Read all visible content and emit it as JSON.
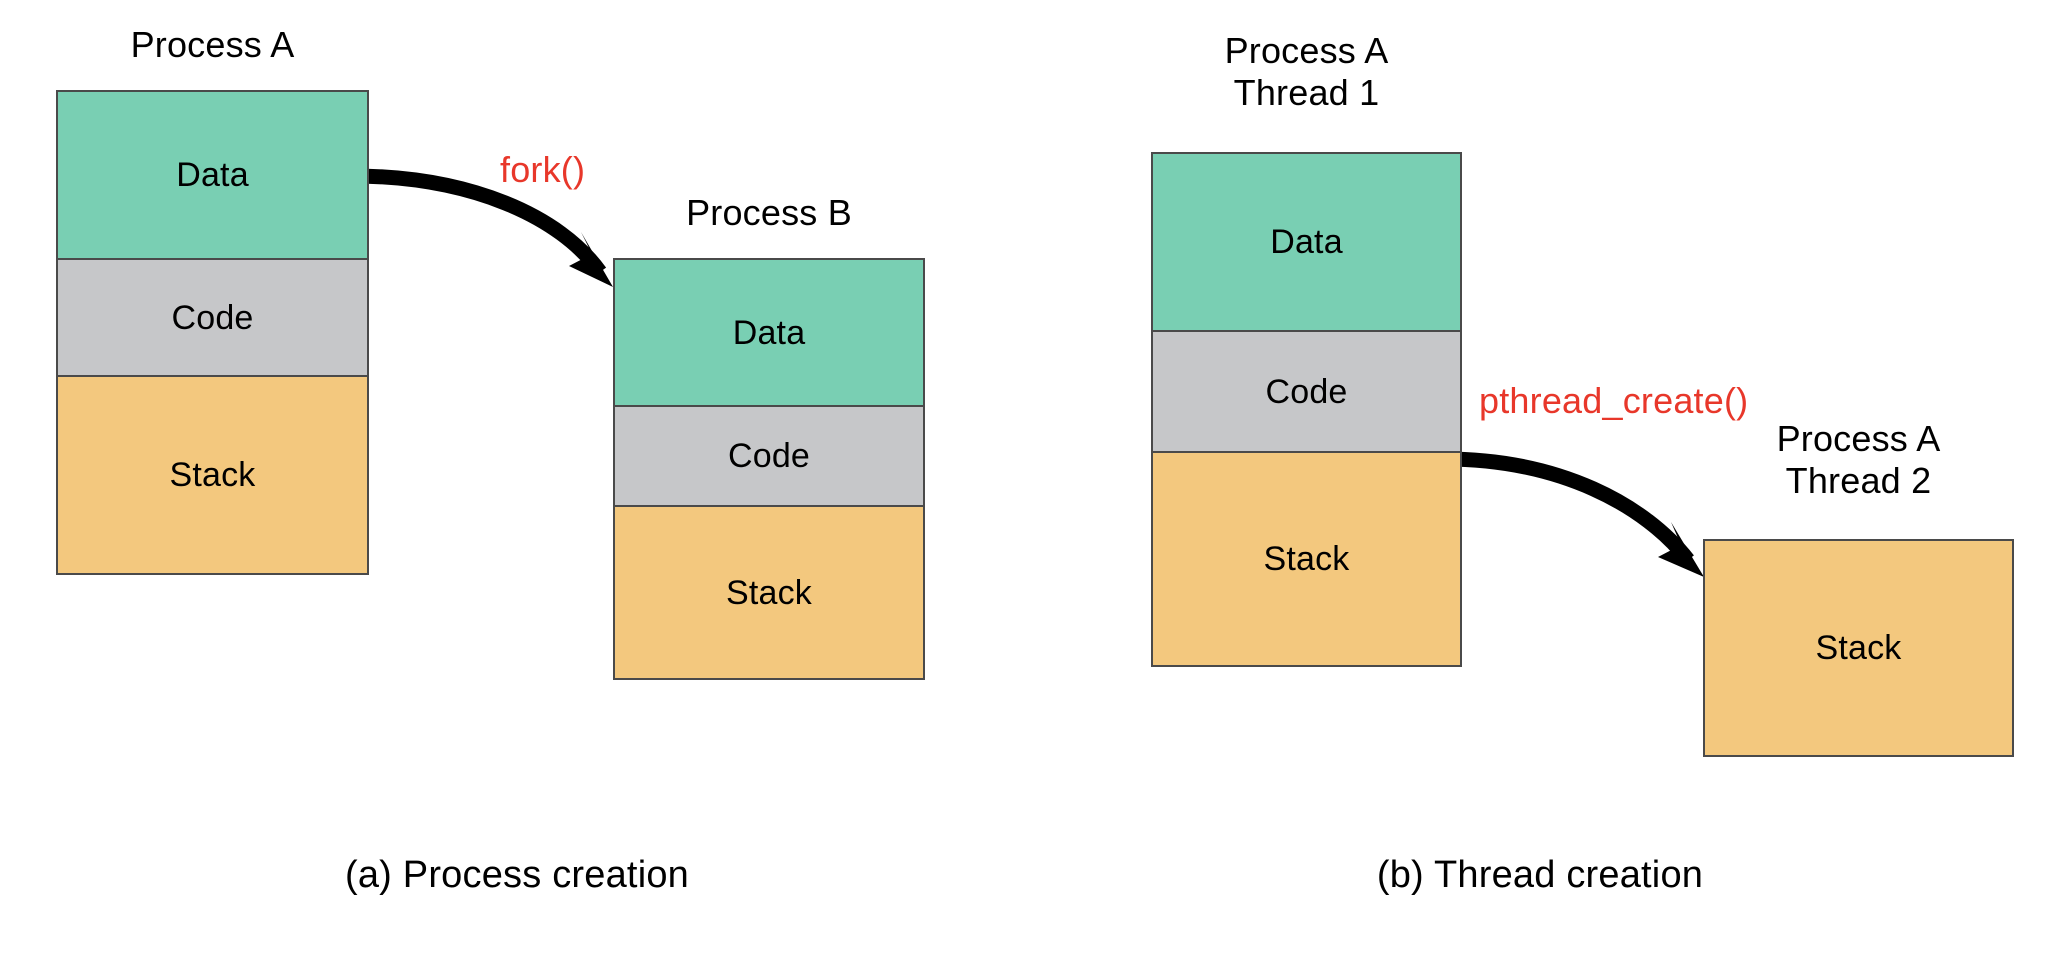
{
  "figure": {
    "background": "#ffffff",
    "colors": {
      "data_segment": "#7ace b4",
      "data_fill": "#79cfb3",
      "code_fill": "#c6c7c9",
      "stack_fill": "#f3c87e",
      "border": "#4a4a4a",
      "arrow": "#000000",
      "call_text": "#e8372a",
      "text": "#000000"
    }
  },
  "panels": [
    {
      "id": "process-creation",
      "caption": "(a) Process creation",
      "blocks": [
        {
          "id": "process-a",
          "title": "Process A",
          "segments": [
            {
              "name": "Data",
              "label": "Data"
            },
            {
              "name": "Code",
              "label": "Code"
            },
            {
              "name": "Stack",
              "label": "Stack"
            }
          ]
        },
        {
          "id": "process-b",
          "title": "Process B",
          "segments": [
            {
              "name": "Data",
              "label": "Data"
            },
            {
              "name": "Code",
              "label": "Code"
            },
            {
              "name": "Stack",
              "label": "Stack"
            }
          ]
        }
      ],
      "call": {
        "name": "fork",
        "label": "fork()"
      }
    },
    {
      "id": "thread-creation",
      "caption": "(b) Thread creation",
      "blocks": [
        {
          "id": "process-a-thread-1",
          "title": "Process A\nThread 1",
          "segments": [
            {
              "name": "Data",
              "label": "Data"
            },
            {
              "name": "Code",
              "label": "Code"
            },
            {
              "name": "Stack",
              "label": "Stack"
            }
          ]
        },
        {
          "id": "process-a-thread-2",
          "title": "Process A\nThread 2",
          "segments": [
            {
              "name": "Stack",
              "label": "Stack"
            }
          ]
        }
      ],
      "call": {
        "name": "pthread_create",
        "label": "pthread_create()"
      }
    }
  ]
}
